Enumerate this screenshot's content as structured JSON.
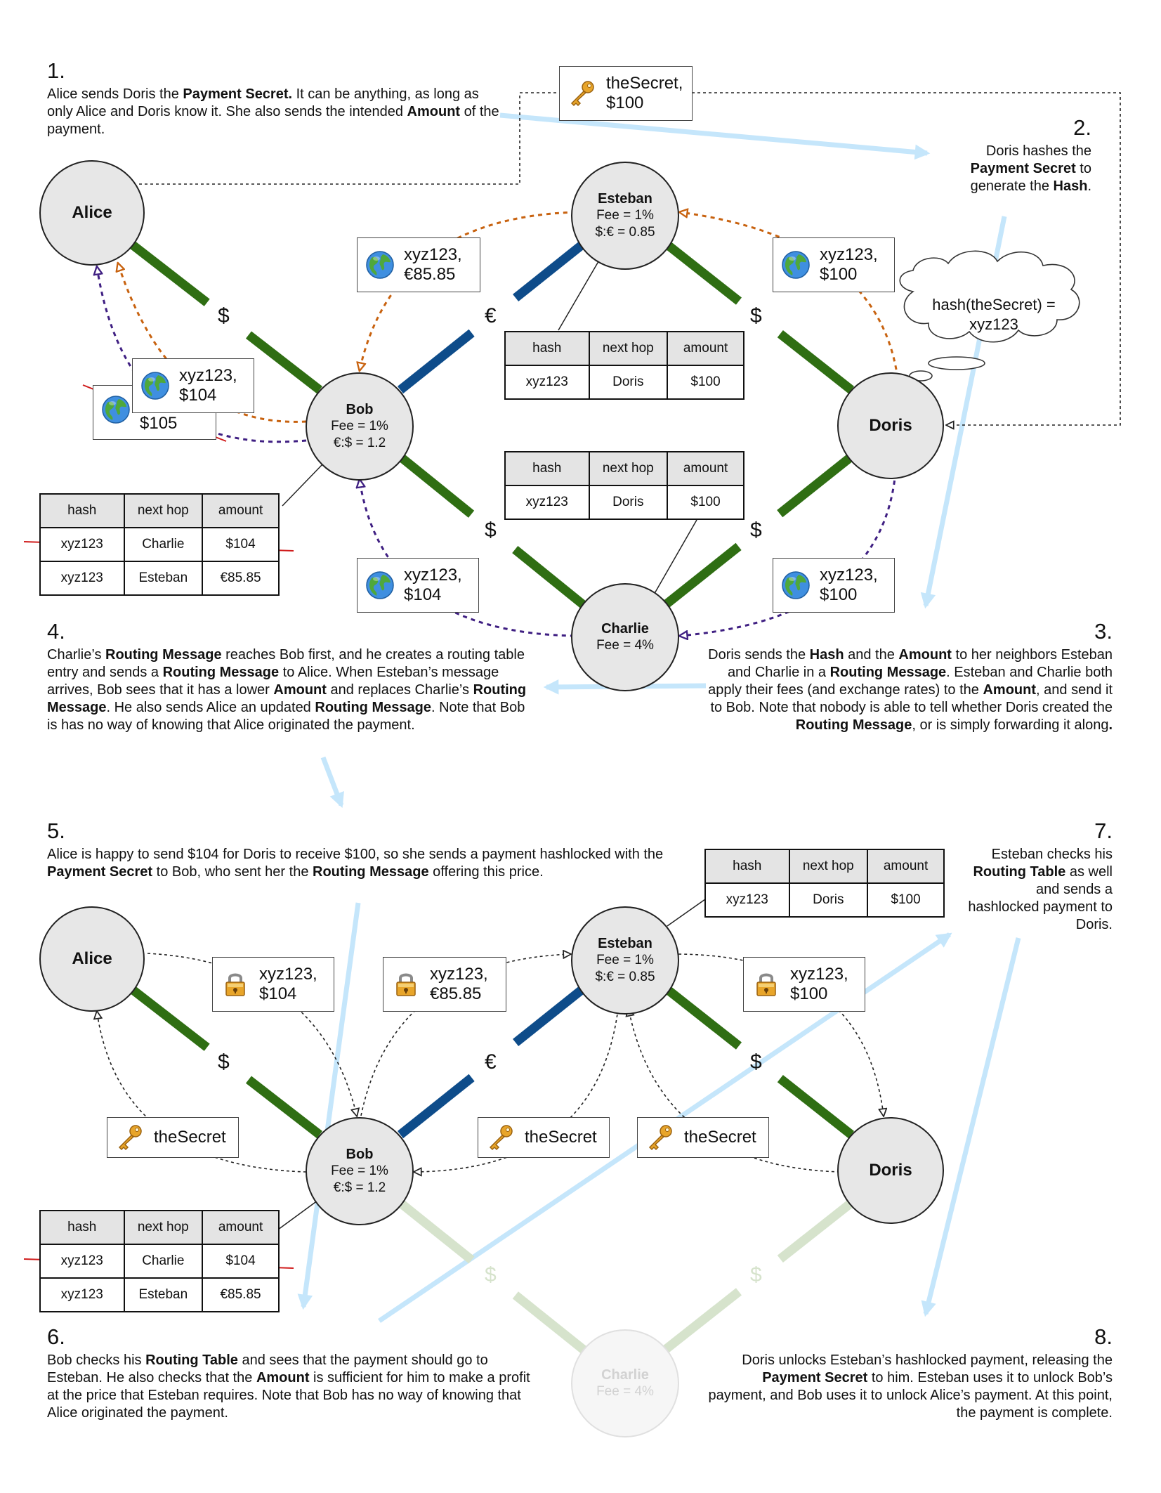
{
  "steps": {
    "s1": {
      "num": "1.",
      "parts": [
        {
          "t": "Alice sends Doris the "
        },
        {
          "t": "Payment Secret.",
          "b": true
        },
        {
          "t": " It can be anything, as long as only Alice and Doris know it. She also sends the intended "
        },
        {
          "t": "Amount",
          "b": true
        },
        {
          "t": " of the payment."
        }
      ]
    },
    "s2": {
      "num": "2.",
      "parts": [
        {
          "t": "Doris hashes the "
        },
        {
          "t": "Payment Secret",
          "b": true
        },
        {
          "t": " to generate the "
        },
        {
          "t": "Hash",
          "b": true
        },
        {
          "t": "."
        }
      ]
    },
    "s3": {
      "num": "3.",
      "parts": [
        {
          "t": "Doris sends the "
        },
        {
          "t": "Hash",
          "b": true
        },
        {
          "t": " and the "
        },
        {
          "t": "Amount",
          "b": true
        },
        {
          "t": " to her neighbors Esteban and Charlie in a "
        },
        {
          "t": "Routing Message",
          "b": true
        },
        {
          "t": ". Esteban and Charlie both apply their fees (and exchange rates) to the "
        },
        {
          "t": "Amount",
          "b": true
        },
        {
          "t": ", and send it to Bob. Note that nobody is able to tell whether Doris created the "
        },
        {
          "t": "Routing Message",
          "b": true
        },
        {
          "t": ", or is simply forwarding it along"
        },
        {
          "t": ".",
          "b": true
        }
      ]
    },
    "s4": {
      "num": "4.",
      "parts": [
        {
          "t": "Charlie’s "
        },
        {
          "t": "Routing Message",
          "b": true
        },
        {
          "t": " reaches Bob first, and he creates a routing table entry and sends a "
        },
        {
          "t": "Routing Message",
          "b": true
        },
        {
          "t": " to Alice. When Esteban’s message arrives, Bob sees that it has a lower "
        },
        {
          "t": "Amount",
          "b": true
        },
        {
          "t": " and replaces Charlie’s "
        },
        {
          "t": "Routing Message",
          "b": true
        },
        {
          "t": ". He also sends Alice an updated "
        },
        {
          "t": "Routing Message",
          "b": true
        },
        {
          "t": ". Note that Bob is has no way of knowing that Alice originated the payment."
        }
      ]
    },
    "s5": {
      "num": "5.",
      "parts": [
        {
          "t": "Alice is happy to send $104 for Doris to receive $100, so she sends a payment hashlocked with the "
        },
        {
          "t": "Payment Secret",
          "b": true
        },
        {
          "t": " to Bob, who sent her the "
        },
        {
          "t": "Routing Message",
          "b": true
        },
        {
          "t": " offering this price."
        }
      ]
    },
    "s6": {
      "num": "6.",
      "parts": [
        {
          "t": "Bob checks his "
        },
        {
          "t": "Routing Table",
          "b": true
        },
        {
          "t": " and sees that the payment should go to Esteban. He also checks that the "
        },
        {
          "t": "Amount",
          "b": true
        },
        {
          "t": " is sufficient for him to make a profit at the price that Esteban requires. Note that Bob has no way of knowing that Alice originated the payment."
        }
      ]
    },
    "s7": {
      "num": "7.",
      "parts": [
        {
          "t": "Esteban checks his "
        },
        {
          "t": "Routing Table",
          "b": true
        },
        {
          "t": " as well and sends a hashlocked payment to Doris."
        }
      ]
    },
    "s8": {
      "num": "8.",
      "parts": [
        {
          "t": "Doris unlocks Esteban’s hashlocked payment, releasing the "
        },
        {
          "t": "Payment Secret",
          "b": true
        },
        {
          "t": " to him. Esteban uses it to unlock Bob’s payment, and Bob uses it to unlock Alice’s payment. At this point, the payment is complete."
        }
      ]
    }
  },
  "nodes": {
    "alice": "Alice",
    "bob": "Bob",
    "bob_fee": "Fee = 1%",
    "bob_rate": "€:$ = 1.2",
    "esteban": "Esteban",
    "esteban_fee": "Fee = 1%",
    "esteban_rate": "$:€ = 0.85",
    "doris": "Doris",
    "charlie": "Charlie",
    "charlie_fee": "Fee = 4%"
  },
  "currency": {
    "dollar": "$",
    "euro": "€"
  },
  "messages": {
    "secret_top_l1": "theSecret,",
    "secret_top_l2": "$100",
    "cloud_l1": "hash(theSecret) =",
    "cloud_l2": "xyz123",
    "m_eur": [
      "xyz123,",
      "€85.85"
    ],
    "m_d100a": [
      "xyz123,",
      "$100"
    ],
    "m_104": [
      "xyz123,",
      "$104"
    ],
    "m_105": [
      "",
      "$105"
    ],
    "m_b104": [
      "xyz123,",
      "$104"
    ],
    "m_d100b": [
      "xyz123,",
      "$100"
    ],
    "l_104": [
      "xyz123,",
      "$104"
    ],
    "l_eur": [
      "xyz123,",
      "€85.85"
    ],
    "l_100": [
      "xyz123,",
      "$100"
    ],
    "secret": "theSecret"
  },
  "tables": {
    "headers": [
      "hash",
      "next hop",
      "amount"
    ],
    "esteban_top": [
      [
        "xyz123",
        "Doris",
        "$100"
      ]
    ],
    "charlie_top": [
      [
        "xyz123",
        "Doris",
        "$100"
      ]
    ],
    "bob_top": [
      [
        "xyz123",
        "Charlie",
        "$104"
      ],
      [
        "xyz123",
        "Esteban",
        "€85.85"
      ]
    ],
    "esteban_bottom": [
      [
        "xyz123",
        "Doris",
        "$100"
      ]
    ],
    "bob_bottom": [
      [
        "xyz123",
        "Charlie",
        "$104"
      ],
      [
        "xyz123",
        "Esteban",
        "€85.85"
      ]
    ]
  },
  "colors": {
    "dollar_channel": "#2f6e13",
    "euro_channel": "#0e4c8a",
    "faded_channel": "#d6e3cc",
    "orange_route": "#c8620f",
    "purple_route": "#3f1f82",
    "blue_arrow": "#c5e6fb",
    "strike": "#d01c1c"
  }
}
